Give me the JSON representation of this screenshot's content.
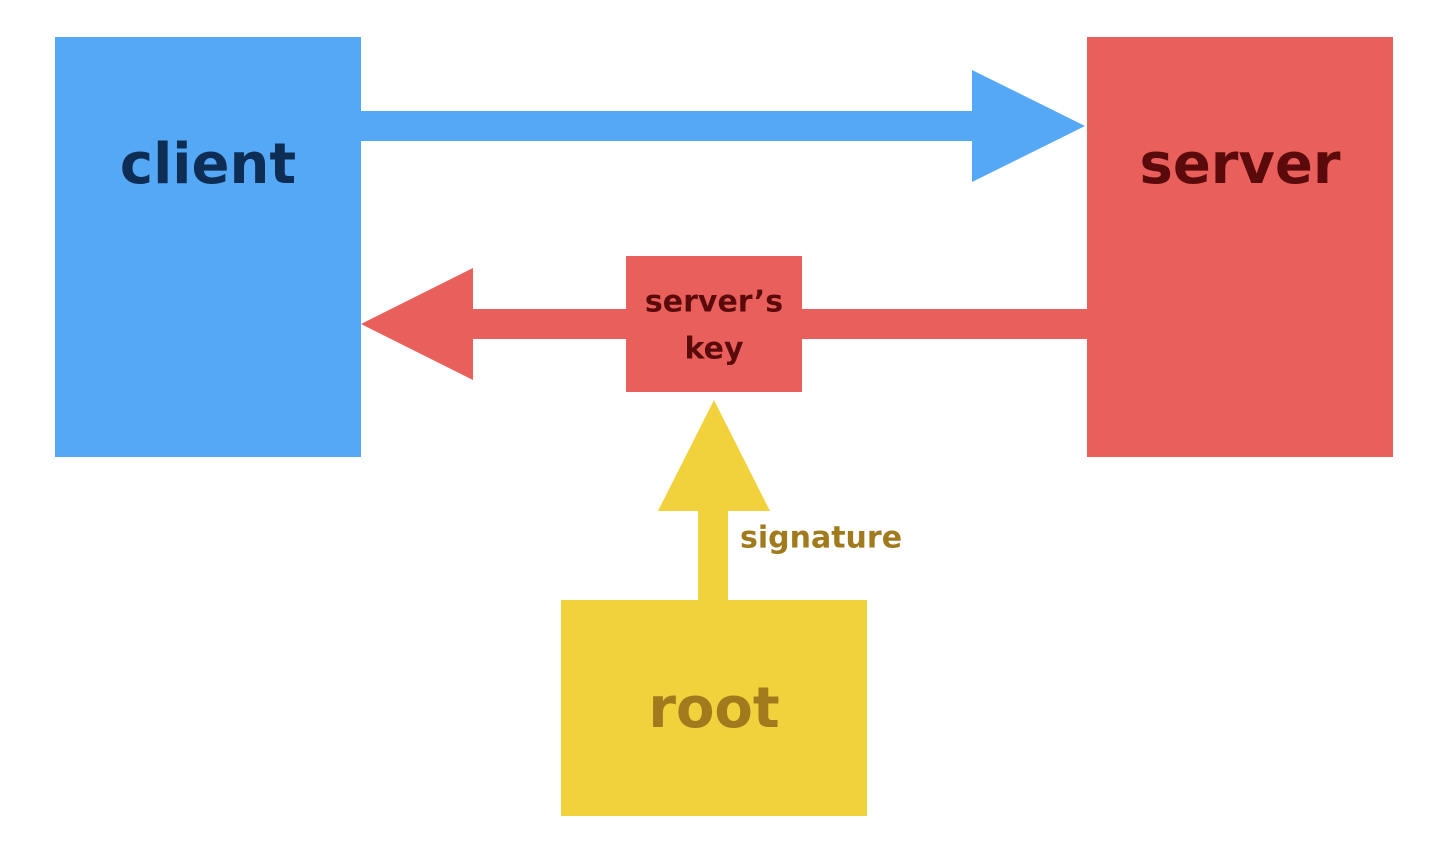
{
  "nodes": {
    "client": {
      "label": "client"
    },
    "server": {
      "label": "server"
    },
    "server_key": {
      "label_line1": "server’s",
      "label_line2": "key"
    },
    "root": {
      "label": "root"
    }
  },
  "edges": {
    "signature": {
      "label": "signature"
    }
  },
  "colors": {
    "client_fill": "#55a8f6",
    "client_text": "#0e2d55",
    "server_fill": "#e95f5c",
    "server_text": "#5a0a0a",
    "root_fill": "#f2d23c",
    "root_text": "#a07a1c",
    "signature_text": "#a07a1c"
  }
}
